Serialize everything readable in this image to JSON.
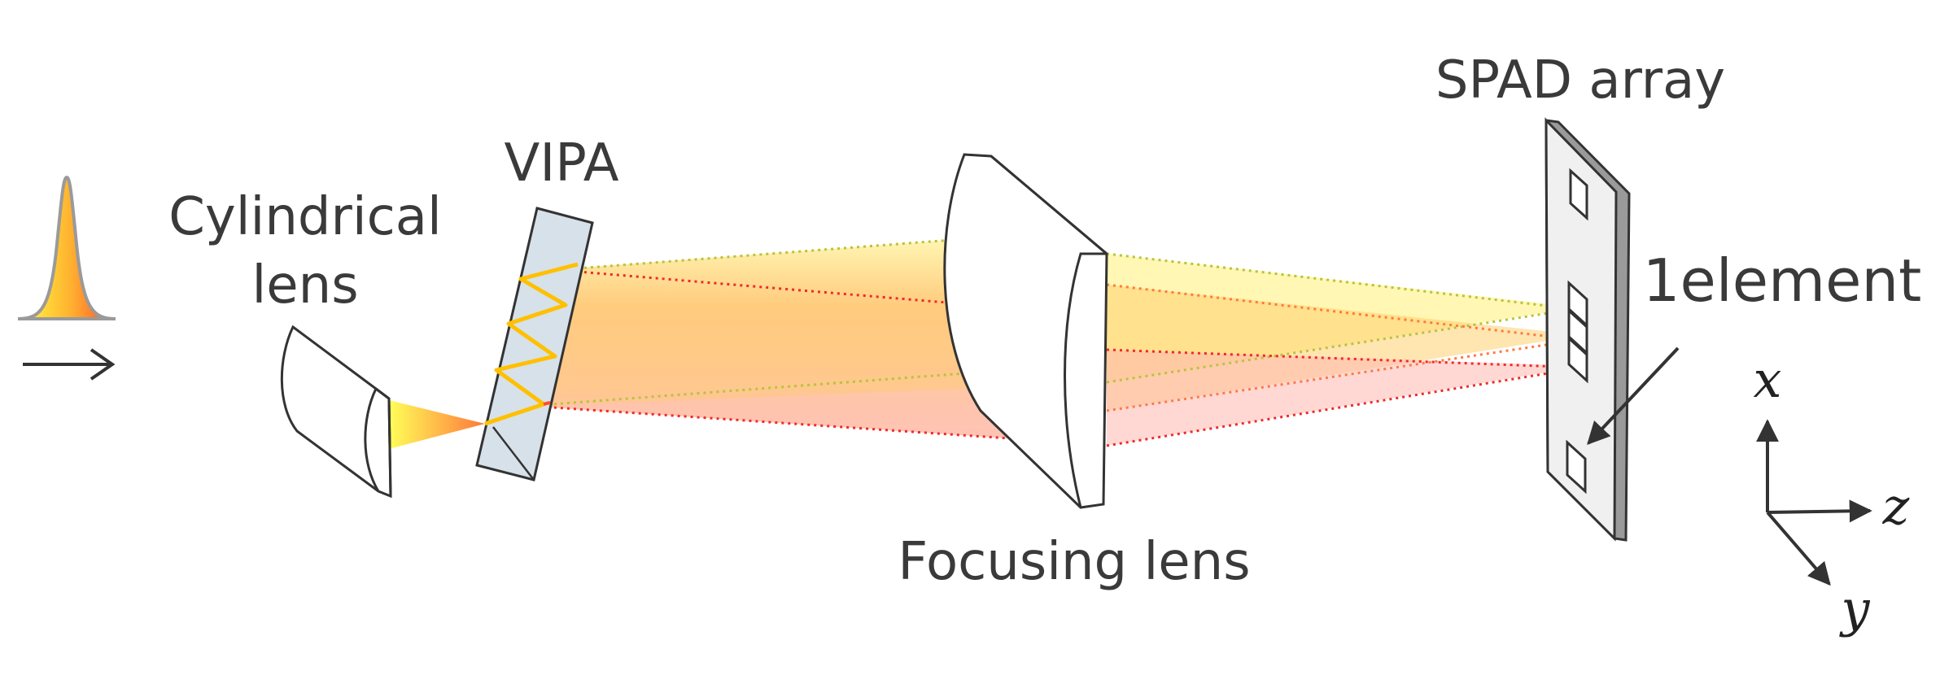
{
  "labels": {
    "cylindrical_line1": "Cylindrical",
    "cylindrical_line2": "lens",
    "vipa": "VIPA",
    "focusing_lens": "Focusing lens",
    "spad_array": "SPAD array",
    "one_element": "1element"
  },
  "axes": {
    "x": "x",
    "y": "y",
    "z": "z"
  },
  "colors": {
    "pulse_top": "#ffff33",
    "pulse_bottom": "#ff4a2a",
    "beam_yellow": "#fff3a0",
    "beam_orange": "#ffb347",
    "beam_red": "#ffb0a8",
    "dotted_green": "#b8c43a",
    "dotted_red": "#f02a2a",
    "vipa_fill": "#d7e1ea",
    "spad_fill": "#f0f0f0",
    "outline": "#333333"
  }
}
